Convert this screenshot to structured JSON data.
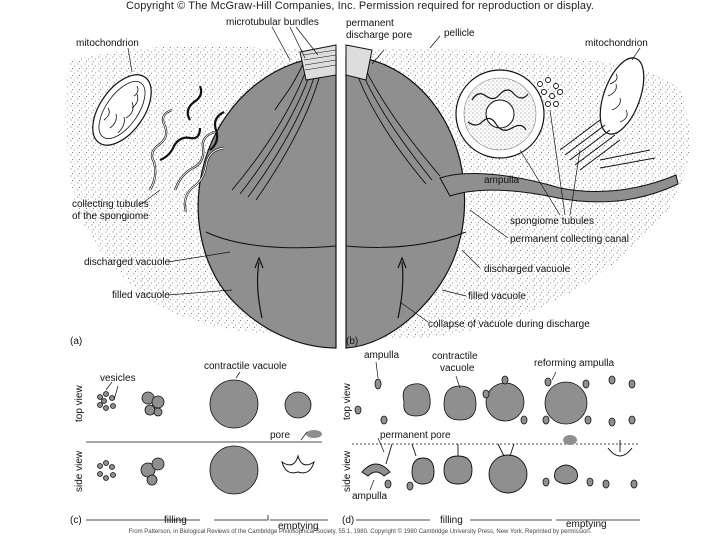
{
  "copyright": "Copyright © The McGraw-Hill Companies, Inc. Permission required for reproduction or display.",
  "credit": "From Patterson, in Biological Reviews of the Cambridge Philosophical Society, 55:1, 1980. Copyright © 1980 Cambridge University Press, New York. Reprinted by permission.",
  "panel_a": {
    "letter": "(a)",
    "mitochondrion": "mitochondrion",
    "microtubular_bundles": "microtubular bundles",
    "collecting_tubules": "collecting tubules",
    "of_spongiome": "of the spongiome",
    "discharged_vacuole": "discharged vacuole",
    "filled_vacuole": "filled vacuole"
  },
  "panel_b": {
    "letter": "(b)",
    "permanent_discharge_pore_1": "permanent",
    "permanent_discharge_pore_2": "discharge pore",
    "pellicle": "pellicle",
    "mitochondrion": "mitochondrion",
    "ampulla": "ampulla",
    "spongiome_tubules": "spongiome tubules",
    "permanent_collecting_canal": "permanent collecting canal",
    "discharged_vacuole": "discharged vacuole",
    "filled_vacuole": "filled vacuole",
    "collapse": "collapse of vacuole during discharge"
  },
  "panel_c": {
    "letter": "(c)",
    "vesicles": "vesicles",
    "contractile_vacuole": "contractile vacuole",
    "top_view": "top view",
    "side_view": "side view",
    "pore": "pore",
    "filling": "filling",
    "emptying": "emptying"
  },
  "panel_d": {
    "letter": "(d)",
    "ampulla_top": "ampulla",
    "contractile_1": "contractile",
    "contractile_2": "vacuole",
    "reforming_ampulla": "reforming ampulla",
    "top_view": "top view",
    "side_view": "side view",
    "permanent_pore": "permanent pore",
    "ampulla_bottom": "ampulla",
    "filling": "filling",
    "emptying": "emptying"
  },
  "colors": {
    "vacuole_fill": "#8f8f8f",
    "stipple": "#555555",
    "ink": "#111111"
  }
}
